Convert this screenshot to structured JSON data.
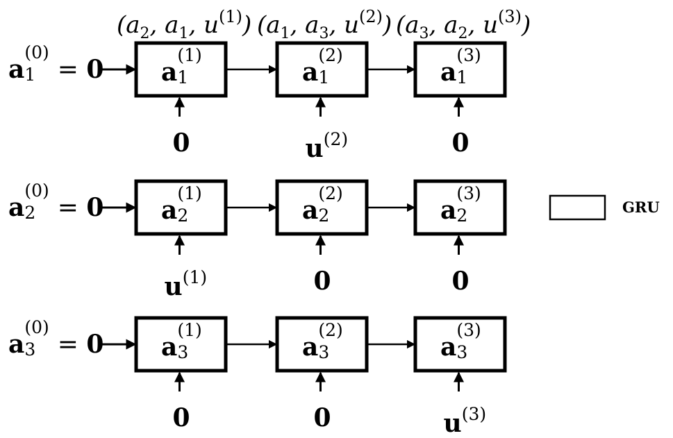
{
  "edge_labels": [
    {
      "a": "a",
      "a_sub": "2",
      "b": "a",
      "b_sub": "1",
      "u": "u",
      "u_sup": "(1)"
    },
    {
      "a": "a",
      "a_sub": "1",
      "b": "a",
      "b_sub": "3",
      "u": "u",
      "u_sup": "(2)"
    },
    {
      "a": "a",
      "a_sub": "3",
      "b": "a",
      "b_sub": "2",
      "u": "u",
      "u_sup": "(3)"
    }
  ],
  "rows": [
    {
      "init": {
        "sym": "a",
        "sub": "1",
        "sup": "(0)",
        "eq": "=",
        "zero": "0"
      },
      "cells": [
        {
          "sym": "a",
          "sub": "1",
          "sup": "(1)"
        },
        {
          "sym": "a",
          "sub": "1",
          "sup": "(2)"
        },
        {
          "sym": "a",
          "sub": "1",
          "sup": "(3)"
        }
      ],
      "inputs": [
        {
          "sym": "0",
          "sup": ""
        },
        {
          "sym": "u",
          "sup": "(2)"
        },
        {
          "sym": "0",
          "sup": ""
        }
      ]
    },
    {
      "init": {
        "sym": "a",
        "sub": "2",
        "sup": "(0)",
        "eq": "=",
        "zero": "0"
      },
      "cells": [
        {
          "sym": "a",
          "sub": "2",
          "sup": "(1)"
        },
        {
          "sym": "a",
          "sub": "2",
          "sup": "(2)"
        },
        {
          "sym": "a",
          "sub": "2",
          "sup": "(3)"
        }
      ],
      "inputs": [
        {
          "sym": "u",
          "sup": "(1)"
        },
        {
          "sym": "0",
          "sup": ""
        },
        {
          "sym": "0",
          "sup": ""
        }
      ]
    },
    {
      "init": {
        "sym": "a",
        "sub": "3",
        "sup": "(0)",
        "eq": "=",
        "zero": "0"
      },
      "cells": [
        {
          "sym": "a",
          "sub": "3",
          "sup": "(1)"
        },
        {
          "sym": "a",
          "sub": "3",
          "sup": "(2)"
        },
        {
          "sym": "a",
          "sub": "3",
          "sup": "(3)"
        }
      ],
      "inputs": [
        {
          "sym": "0",
          "sup": ""
        },
        {
          "sym": "0",
          "sup": ""
        },
        {
          "sym": "u",
          "sup": "(3)"
        }
      ]
    }
  ],
  "legend": {
    "label": "GRU"
  }
}
